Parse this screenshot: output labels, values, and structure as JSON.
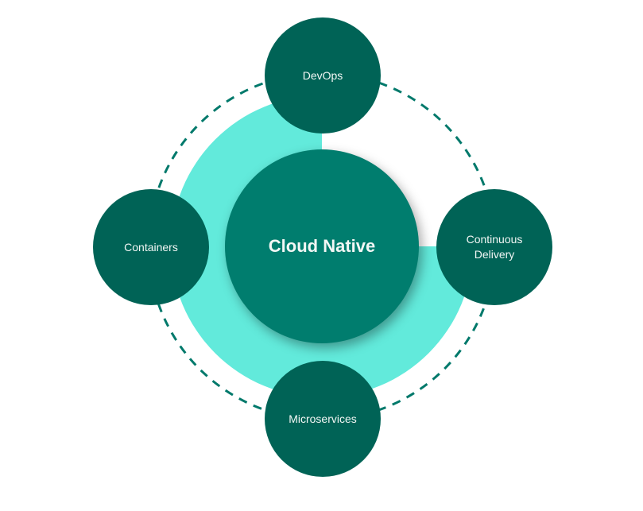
{
  "diagram": {
    "center": {
      "label": "Cloud Native"
    },
    "satellites": [
      {
        "id": "devops",
        "label": "DevOps"
      },
      {
        "id": "continuous-delivery",
        "label": "Continuous\nDelivery"
      },
      {
        "id": "microservices",
        "label": "Microservices"
      },
      {
        "id": "containers",
        "label": "Containers"
      }
    ],
    "colors": {
      "ring": "#62eadb",
      "dashed_orbit": "#00796b",
      "center": "#007d6e",
      "satellite": "#006356",
      "text": "#f2f7f5"
    }
  }
}
